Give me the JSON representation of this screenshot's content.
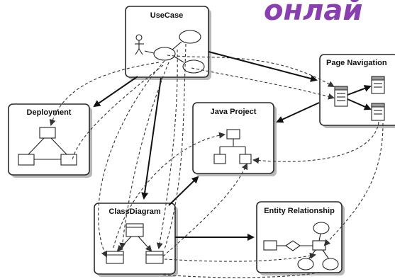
{
  "watermark": "онлай",
  "nodes": {
    "usecase": "UseCase",
    "page_navigation": "Page Navigation",
    "deployment": "Deployment",
    "java_project": "Java Project",
    "class_diagram": "ClassDiagram",
    "entity_relationship": "Entity Relationship"
  }
}
